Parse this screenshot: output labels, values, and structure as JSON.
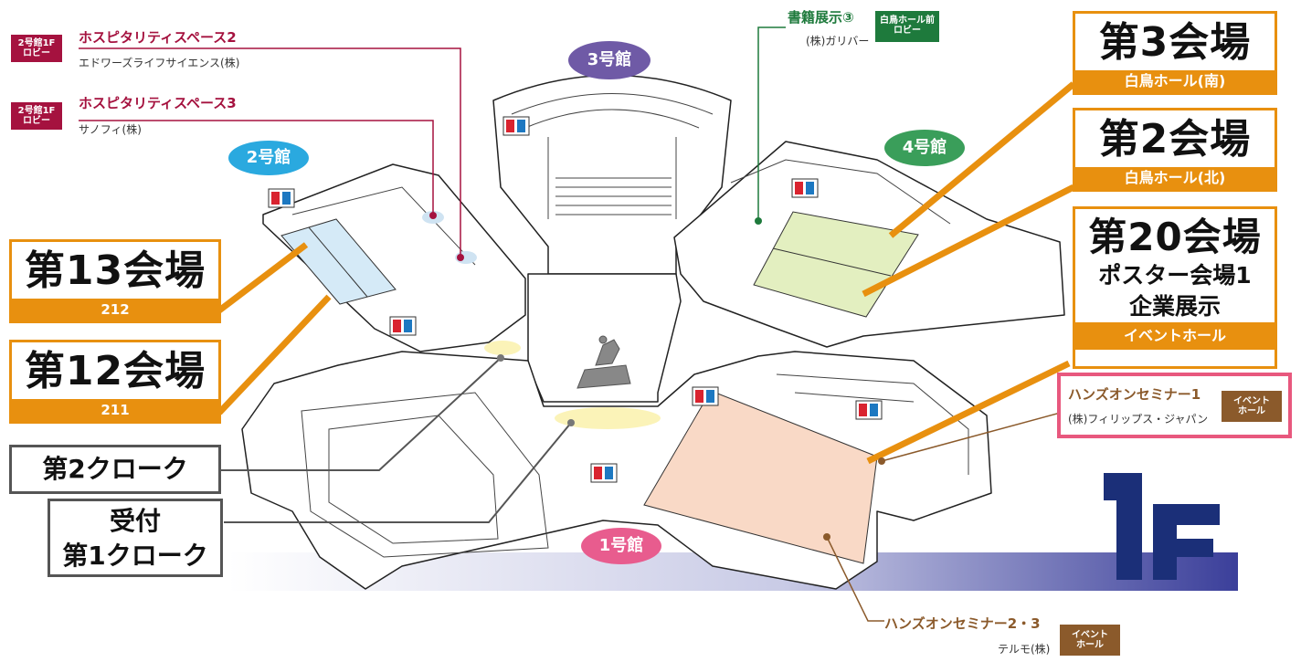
{
  "buildings": {
    "b1": "1号館",
    "b2": "2号館",
    "b3": "3号館",
    "b4": "4号館"
  },
  "floor": "1F",
  "halls": {
    "h13": {
      "title": "第13会場",
      "sub": "212"
    },
    "h12": {
      "title": "第12会場",
      "sub": "211"
    },
    "h3": {
      "title": "第3会場",
      "sub": "白鳥ホール(南)"
    },
    "h2": {
      "title": "第2会場",
      "sub": "白鳥ホール(北)"
    },
    "h20": {
      "title": "第20会場",
      "line2": "ポスター会場1",
      "line3": "企業展示",
      "sub": "イベントホール"
    }
  },
  "cloak": {
    "second": "第2クローク",
    "reception_line1": "受付",
    "reception_line2": "第1クローク"
  },
  "hospitality": {
    "hs2": {
      "tag_line1": "2号館1F",
      "tag_line2": "ロビー",
      "title": "ホスピタリティスペース2",
      "company": "エドワーズライフサイエンス(株)"
    },
    "hs3": {
      "tag_line1": "2号館1F",
      "tag_line2": "ロビー",
      "title": "ホスピタリティスペース3",
      "company": "サノフィ(株)"
    }
  },
  "book": {
    "title": "書籍展示③",
    "company": "(株)ガリバー",
    "tag_line1": "白鳥ホール前",
    "tag_line2": "ロビー"
  },
  "handson1": {
    "title": "ハンズオンセミナー1",
    "company": "(株)フィリップス・ジャパン",
    "tag_line1": "イベント",
    "tag_line2": "ホール"
  },
  "handson23": {
    "title": "ハンズオンセミナー2・3",
    "company": "テルモ(株)",
    "tag_line1": "イベント",
    "tag_line2": "ホール"
  },
  "colors": {
    "orange": "#e8900f",
    "maroon": "#a5123f",
    "green": "#1e7a3c",
    "brown": "#8b5a2b",
    "pink_room": "#f9d9c6",
    "blue_room": "#d5eaf7",
    "green_room": "#e3efc0",
    "navy": "#1b2f78"
  }
}
